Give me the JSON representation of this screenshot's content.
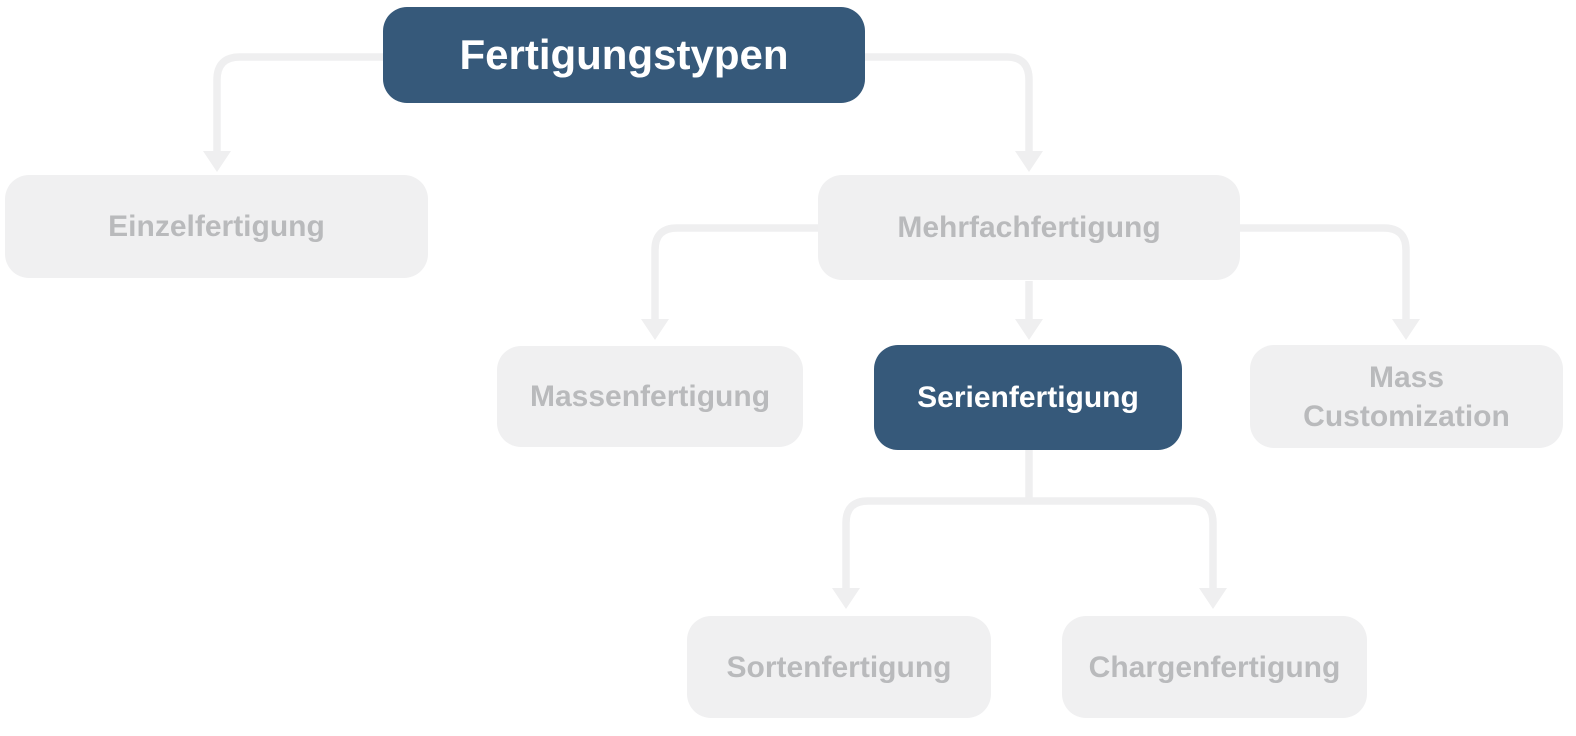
{
  "diagram": {
    "type": "hierarchy-tree",
    "title": "Fertigungstypen",
    "colors": {
      "highlight_bg": "#36597a",
      "highlight_text": "#ffffff",
      "muted_bg": "#f0f0f1",
      "muted_text": "#b9babc",
      "connector": "#efeff0",
      "background": "#ffffff"
    },
    "nodes": {
      "root": {
        "label": "Fertigungstypen",
        "style": "highlight",
        "level": 0
      },
      "einzelfertigung": {
        "label": "Einzelfertigung",
        "style": "muted",
        "level": 1,
        "parent": "root"
      },
      "mehrfachfertigung": {
        "label": "Mehrfachfertigung",
        "style": "muted",
        "level": 1,
        "parent": "root"
      },
      "massenfertigung": {
        "label": "Massenfertigung",
        "style": "muted",
        "level": 2,
        "parent": "mehrfachfertigung"
      },
      "serienfertigung": {
        "label": "Serienfertigung",
        "style": "highlight",
        "level": 2,
        "parent": "mehrfachfertigung"
      },
      "mass_customization": {
        "label": "Mass Customization",
        "style": "muted",
        "level": 2,
        "parent": "mehrfachfertigung"
      },
      "sortenfertigung": {
        "label": "Sortenfertigung",
        "style": "muted",
        "level": 3,
        "parent": "serienfertigung"
      },
      "chargenfertigung": {
        "label": "Chargenfertigung",
        "style": "muted",
        "level": 3,
        "parent": "serienfertigung"
      }
    }
  }
}
